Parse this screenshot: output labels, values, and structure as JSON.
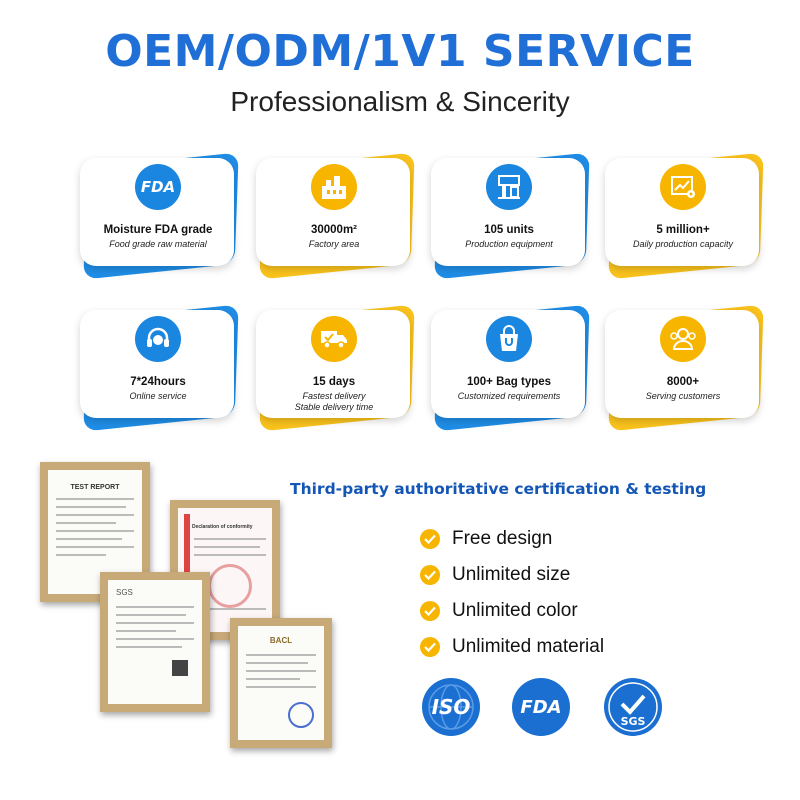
{
  "header": {
    "title": "OEM/ODM/1V1 SERVICE",
    "subtitle": "Professionalism & Sincerity"
  },
  "features": [
    {
      "icon": "fda-icon",
      "title": "Moisture FDA grade",
      "subtitle": "Food grade raw material",
      "color": "#1a86e0"
    },
    {
      "icon": "factory-icon",
      "title": "30000m²",
      "subtitle": "Factory area",
      "color": "#f7b500"
    },
    {
      "icon": "machine-icon",
      "title": "105 units",
      "subtitle": "Production equipment",
      "color": "#1a86e0"
    },
    {
      "icon": "capacity-chart-icon",
      "title": "5 million+",
      "subtitle": "Daily production capacity",
      "color": "#f7b500"
    },
    {
      "icon": "headset-icon",
      "title": "7*24hours",
      "subtitle": "Online service",
      "color": "#1a86e0"
    },
    {
      "icon": "truck-icon",
      "title": "15 days",
      "subtitle": "Fastest delivery",
      "subtitle2": "Stable delivery time",
      "color": "#f7b500"
    },
    {
      "icon": "bag-icon",
      "title": "100+ Bag types",
      "subtitle": "Customized requirements",
      "color": "#1a86e0"
    },
    {
      "icon": "customers-icon",
      "title": "8000+",
      "subtitle": "Serving customers",
      "color": "#f7b500"
    }
  ],
  "certification": {
    "heading": "Third-party authoritative certification & testing",
    "items": [
      "Free design",
      "Unlimited size",
      "Unlimited color",
      "Unlimited material"
    ],
    "logos": [
      "ISO",
      "FDA",
      "SGS"
    ],
    "certificates": [
      "TEST REPORT",
      "Declaration of conformity",
      "SGS",
      "BACL"
    ]
  }
}
